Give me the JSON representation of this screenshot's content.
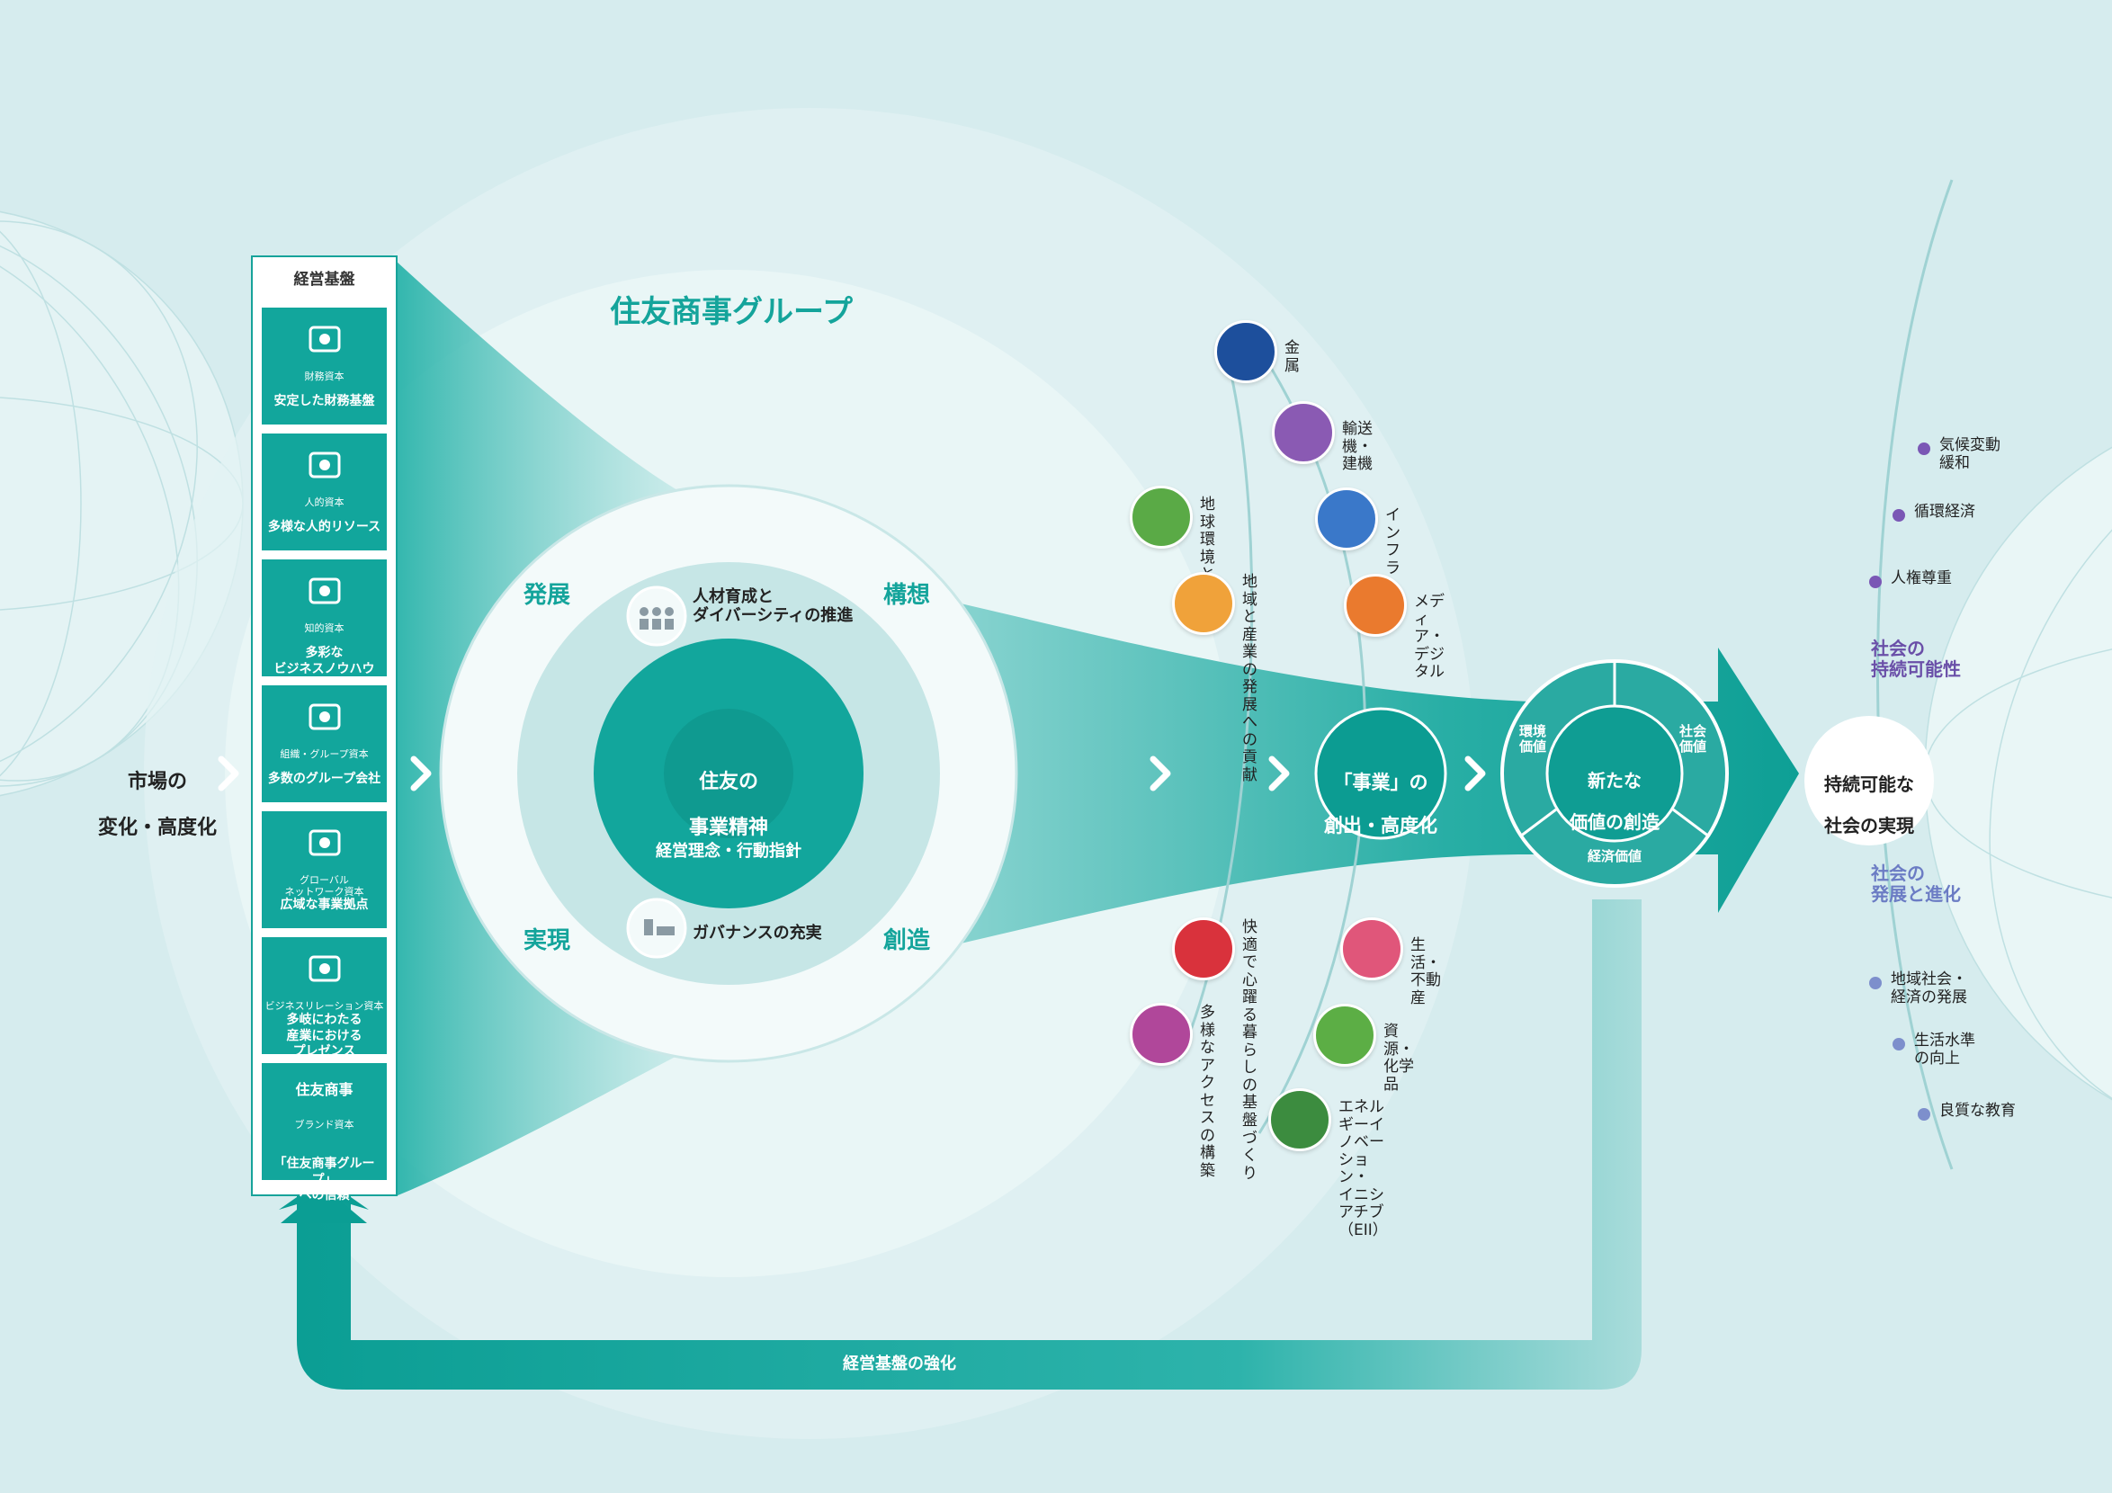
{
  "market": {
    "line1": "市場の",
    "line2": "変化・高度化"
  },
  "foundation": {
    "title": "経営基盤",
    "capitals": [
      {
        "sub": "財務資本",
        "main": "安定した財務基盤",
        "icon": "money-icon"
      },
      {
        "sub": "人的資本",
        "main": "多様な人的リソース",
        "icon": "people-icon"
      },
      {
        "sub": "知的資本",
        "main": "多彩な\nビジネスノウハウ",
        "icon": "brain-icon"
      },
      {
        "sub": "組織・グループ資本",
        "main": "多数のグループ会社",
        "icon": "buildings-icon"
      },
      {
        "sub": "グローバル\nネットワーク資本",
        "main": "広域な事業拠点",
        "icon": "globe-icon"
      },
      {
        "sub": "ビジネスリレーション資本",
        "main": "多岐にわたる\n産業における\nプレゼンス",
        "icon": "handshake-icon"
      },
      {
        "sub": "ブランド資本",
        "main": "「住友商事グループ」\nへの信頼",
        "brand": "住友商事",
        "icon": "sumitomo-logo-icon"
      }
    ]
  },
  "group": {
    "title": "住友商事グループ",
    "stages": {
      "develop": "発展",
      "concept": "構想",
      "realize": "実現",
      "create": "創造"
    },
    "core": {
      "line1": "住友の",
      "line2": "事業精神"
    },
    "philosophy": "経営理念・行動指針",
    "pillars": [
      {
        "label": "人材育成と\nダイバーシティの推進",
        "icon": "diversity-icon"
      },
      {
        "label": "ガバナンスの充実",
        "icon": "governance-icon"
      }
    ]
  },
  "materiality": [
    {
      "label": "地球環境\nとの共生",
      "icon": "earth-recycle-icon",
      "color": "#5aaa46"
    },
    {
      "label": "地域と\n産業の発展\nへの貢献",
      "icon": "mountain-icon",
      "color": "#f0a23a"
    },
    {
      "label": "快適で心躍る\n暮らしの\n基盤づくり",
      "icon": "house-icon",
      "color": "#d9323c"
    },
    {
      "label": "多様な\nアクセスの\n構築",
      "icon": "network-icon",
      "color": "#b0479a"
    }
  ],
  "segments": [
    {
      "label": "金属",
      "icon": "metal-pipes-icon",
      "color": "#1d4f9c"
    },
    {
      "label": "輸送機・建機",
      "icon": "transport-icon",
      "color": "#8a5ab3"
    },
    {
      "label": "インフラ",
      "icon": "infrastructure-icon",
      "color": "#3a78c9"
    },
    {
      "label": "メディア・デジタル",
      "icon": "media-icon",
      "color": "#ea7a2e"
    },
    {
      "label": "生活・不動産",
      "icon": "lifestyle-icon",
      "color": "#e0567a"
    },
    {
      "label": "資源・化学品",
      "icon": "resources-icon",
      "color": "#5cae45"
    },
    {
      "label": "エネルギーイノベーション・\nイニシアチブ（EII）",
      "icon": "energy-icon",
      "color": "#3c8c3f"
    }
  ],
  "business": {
    "line1": "「事業」の",
    "line2": "創出・高度化"
  },
  "value": {
    "center1": "新たな",
    "center2": "価値の創造",
    "environment": "環境\n価値",
    "social": "社会\n価値",
    "economic": "経済価値"
  },
  "goal": {
    "line1": "持続可能な",
    "line2": "社会の実現"
  },
  "sustainability": {
    "title": "社会の\n持続可能性",
    "items": [
      "気候変動\n緩和",
      "循環経済",
      "人権尊重"
    ]
  },
  "development": {
    "title": "社会の\n発展と進化",
    "items": [
      "地域社会・\n経済の発展",
      "生活水準\nの向上",
      "良質な教育"
    ]
  },
  "feedback": "経営基盤の強化",
  "colors": {
    "teal": "#12a69c",
    "tealDark": "#0a9a90",
    "bg": "#d6ecee",
    "purple": "#6a4fa8"
  }
}
